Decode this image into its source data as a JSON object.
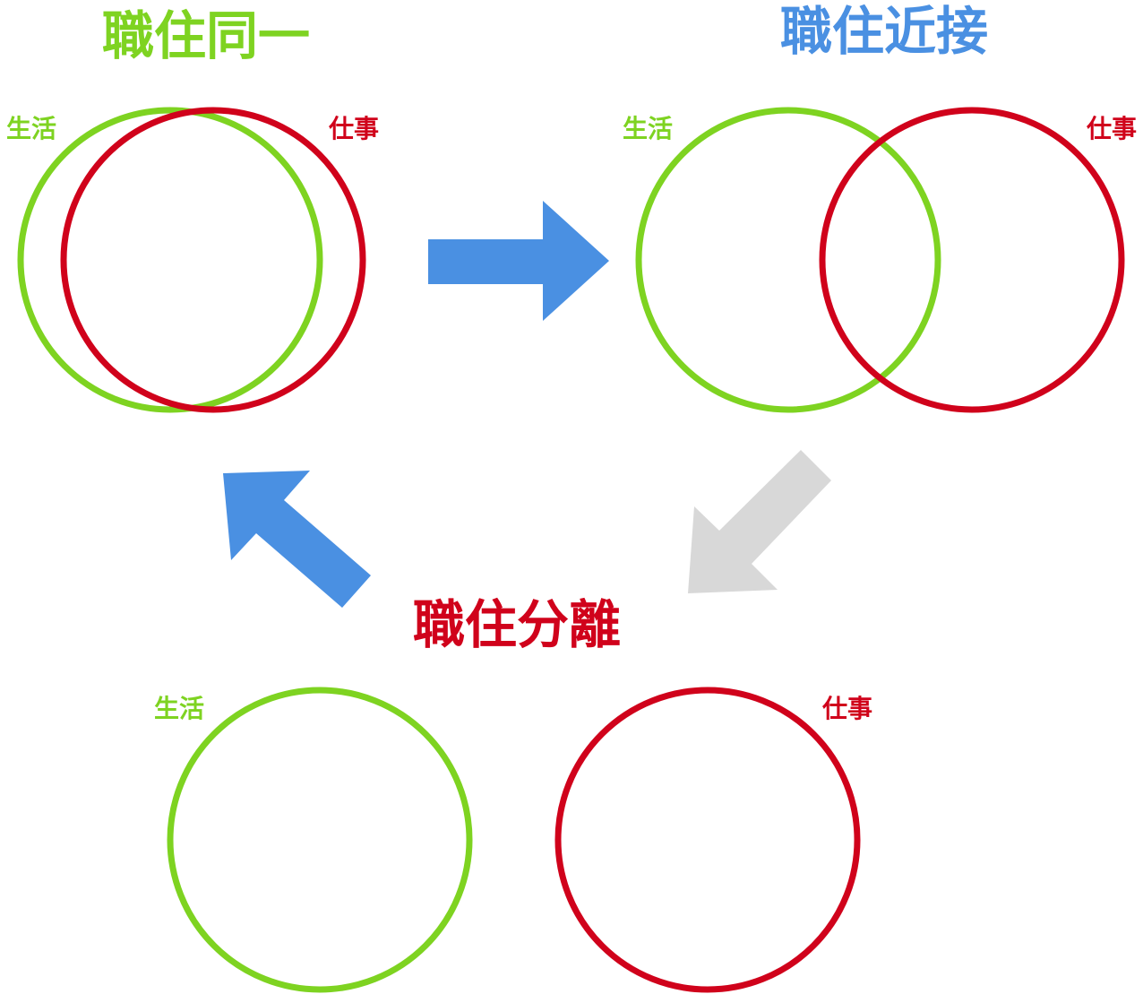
{
  "colors": {
    "life": "#7ed321",
    "work": "#d0021b",
    "proximity_title": "#4a90e2",
    "arrow_active": "#4a90e2",
    "arrow_inactive": "#d8d8d8"
  },
  "stages": {
    "same": {
      "title": "職住同一",
      "life_label": "生活",
      "work_label": "仕事"
    },
    "proximity": {
      "title": "職住近接",
      "life_label": "生活",
      "work_label": "仕事"
    },
    "separation": {
      "title": "職住分離",
      "life_label": "生活",
      "work_label": "仕事"
    }
  },
  "arrows": {
    "same_to_proximity": {
      "icon": "arrow-right-icon",
      "color": "#4a90e2"
    },
    "proximity_to_separation": {
      "icon": "arrow-down-left-icon",
      "color": "#d8d8d8"
    },
    "separation_to_same": {
      "icon": "arrow-up-left-icon",
      "color": "#4a90e2"
    }
  }
}
